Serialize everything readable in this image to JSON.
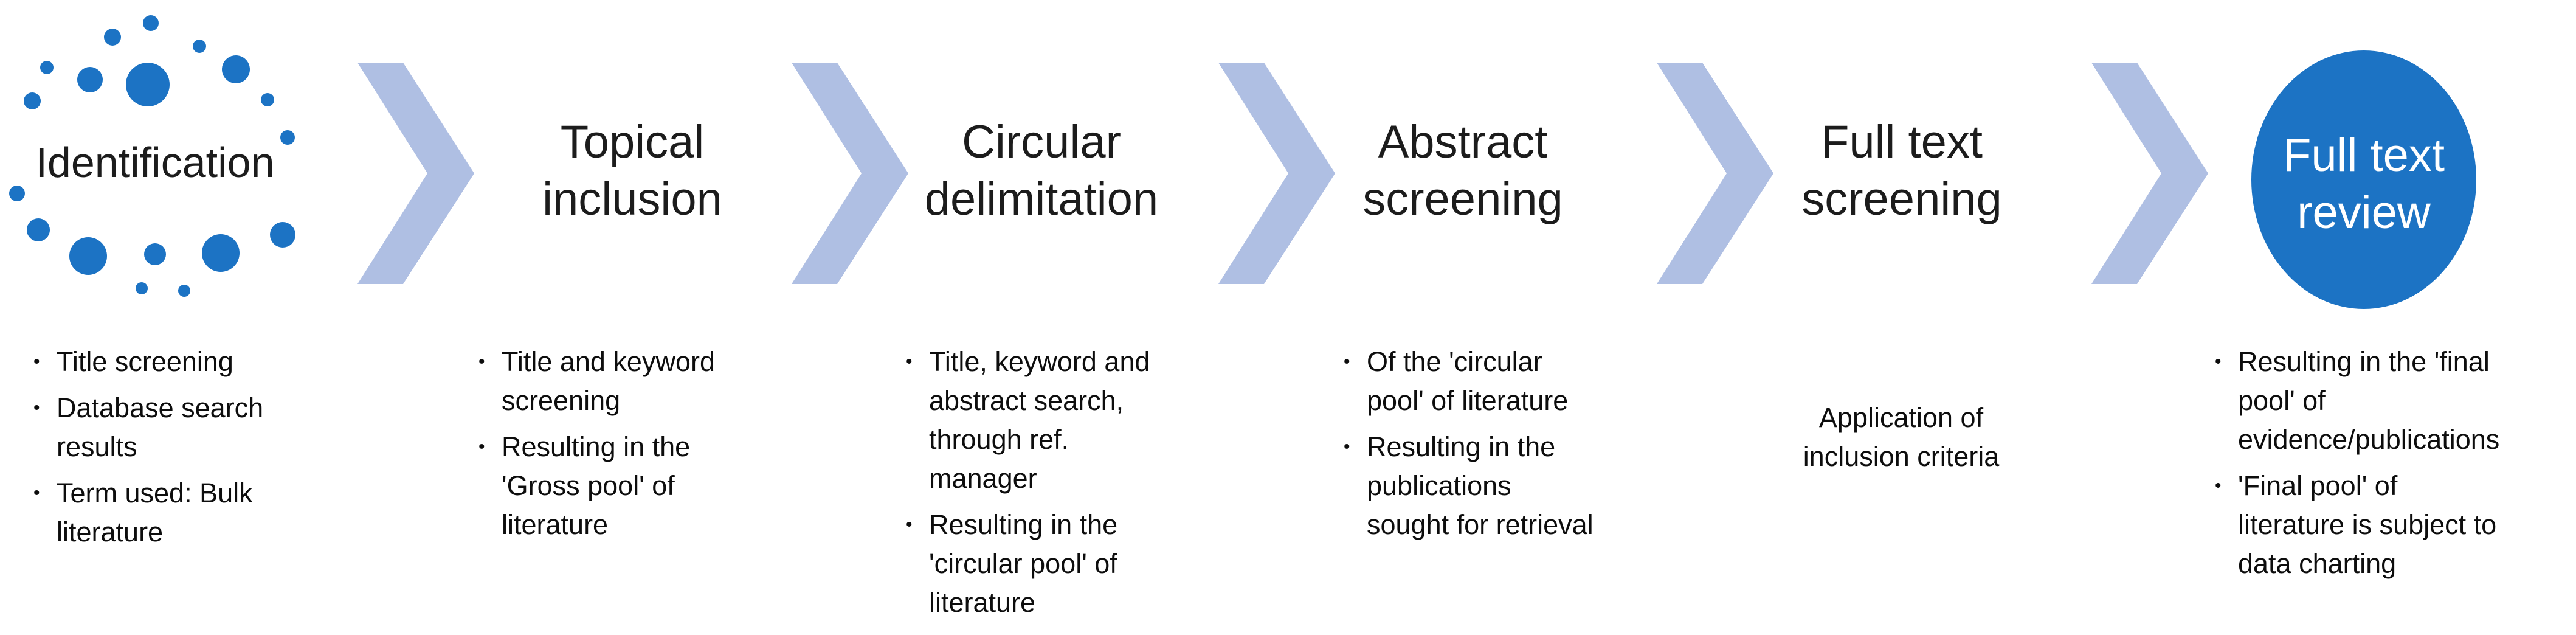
{
  "bullet_char": "•",
  "colors": {
    "accent_blue": "#1C73C4",
    "chevron_blue": "#AFBFE3",
    "title_text": "#1C1C1C",
    "body_text": "#0D0D0D",
    "circle_text": "#FFFFFF",
    "background": "#FFFFFF"
  },
  "stages": [
    {
      "title": "Identification",
      "shape": "dotted-ring",
      "bullets": [
        "Title screening",
        "Database search\nresults",
        "Term used: Bulk\nliterature"
      ]
    },
    {
      "title": "Topical\ninclusion",
      "shape": "plain",
      "bullets": [
        "Title and keyword\nscreening",
        "Resulting in the\n'Gross pool' of\nliterature"
      ]
    },
    {
      "title": "Circular\ndelimitation",
      "shape": "plain",
      "bullets": [
        "Title, keyword and\nabstract search,\nthrough ref.\nmanager",
        "Resulting in the\n'circular pool' of\nliterature"
      ]
    },
    {
      "title": "Abstract\nscreening",
      "shape": "plain",
      "bullets": [
        "Of the 'circular\npool' of literature",
        "Resulting in the\npublications\nsought for retrieval"
      ]
    },
    {
      "title": "Full text\nscreening",
      "shape": "plain",
      "note": "Application of\ninclusion criteria",
      "bullets": []
    },
    {
      "title": "Full text\nreview",
      "shape": "solid-circle",
      "bullets": [
        "Resulting in the 'final\npool' of\nevidence/publications",
        "'Final pool' of\nliterature is subject to\ndata charting"
      ]
    }
  ]
}
